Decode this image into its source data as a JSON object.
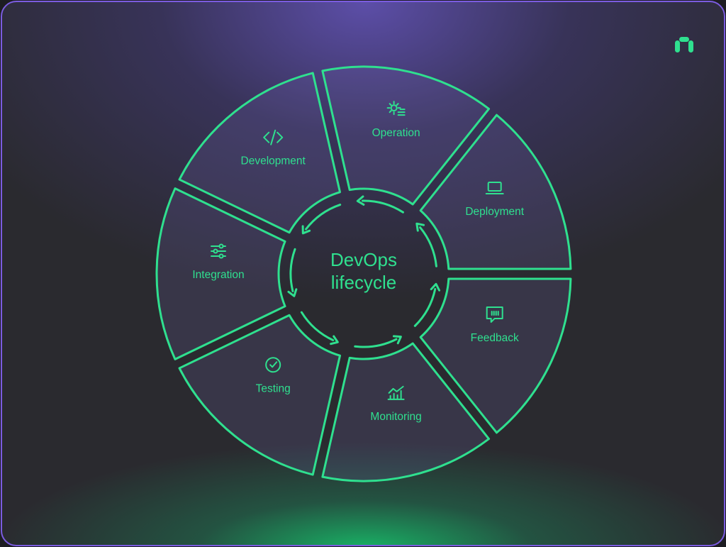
{
  "title_line1": "DevOps",
  "title_line2": "lifecycle",
  "accent": "#2fe08f",
  "stages": [
    {
      "label": "Integration",
      "icon": "sliders-icon"
    },
    {
      "label": "Development",
      "icon": "code-icon"
    },
    {
      "label": "Operation",
      "icon": "gear-list-icon"
    },
    {
      "label": "Deployment",
      "icon": "laptop-icon"
    },
    {
      "label": "Feedback",
      "icon": "chat-quote-icon"
    },
    {
      "label": "Monitoring",
      "icon": "chart-icon"
    },
    {
      "label": "Testing",
      "icon": "check-circle-icon"
    }
  ],
  "logo": "brand-logo-icon"
}
